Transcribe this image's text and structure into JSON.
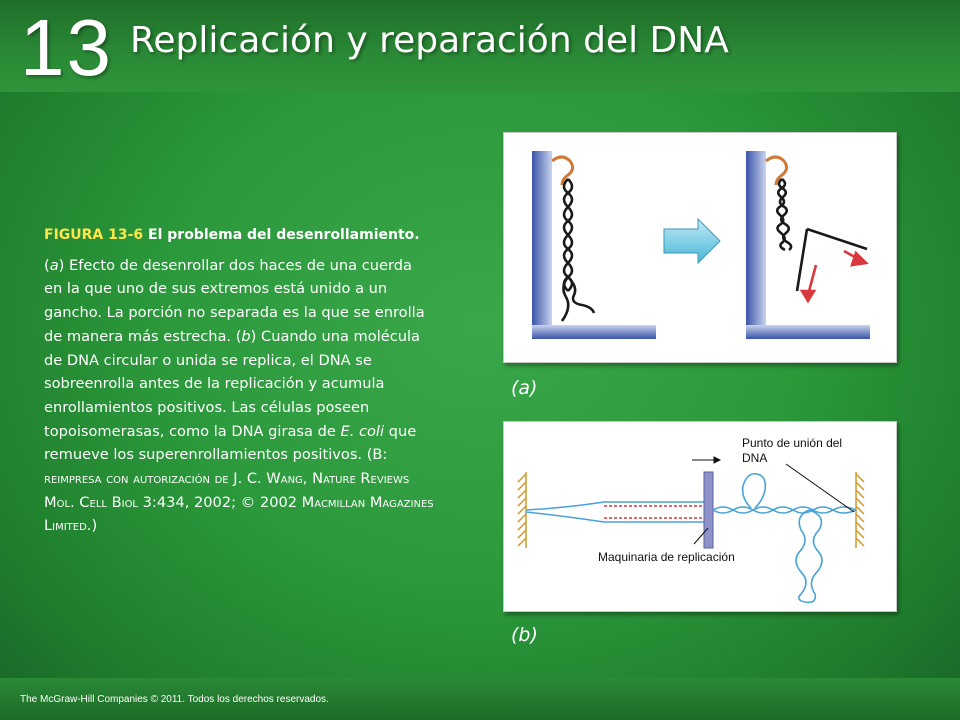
{
  "header": {
    "chapter_number": "13",
    "title": "Replicación y reparación del DNA"
  },
  "caption": {
    "figure_label": "FIGURA 13-6",
    "figure_title": "El problema del desenrollamiento.",
    "a_letter": "a",
    "a_text": "Efecto de desenrollar dos haces de una cuerda en la que uno de sus extremos está unido a un gancho. La porción no separada es la que se enrolla de manera más estrecha. (",
    "b_letter": "b",
    "b_text_1": ") Cuando una molécula de DNA circular o unida se replica, el DNA se sobreenrolla antes de la replicación y acumula enrollamientos positivos. Las células poseen topoisomerasas, como la DNA girasa de ",
    "organism": "E. coli",
    "b_text_2": " que remueve los superenrollamientos positivos. (",
    "credit": "B: reimpresa con autorización de J. C. Wang, Nature Reviews Mol. Cell Biol 3:434, 2002; © 2002 Macmillan Magazines Limited.",
    "credit_close": ")"
  },
  "figure": {
    "panel_a_label": "(a)",
    "panel_b_label": "(b)",
    "annotation_junction": "Punto de unión del DNA",
    "annotation_machinery": "Maquinaria de replicación"
  },
  "colors": {
    "accent_label": "#ffe44a",
    "strand_red": "#d9393e",
    "strand_blue": "#4aa3d6",
    "wall_blue": "#3a54a8",
    "arrow_fill": "#7fd3e8"
  },
  "footer": {
    "copyright": "The McGraw-Hill Companies © 2011. Todos los derechos reservados."
  }
}
